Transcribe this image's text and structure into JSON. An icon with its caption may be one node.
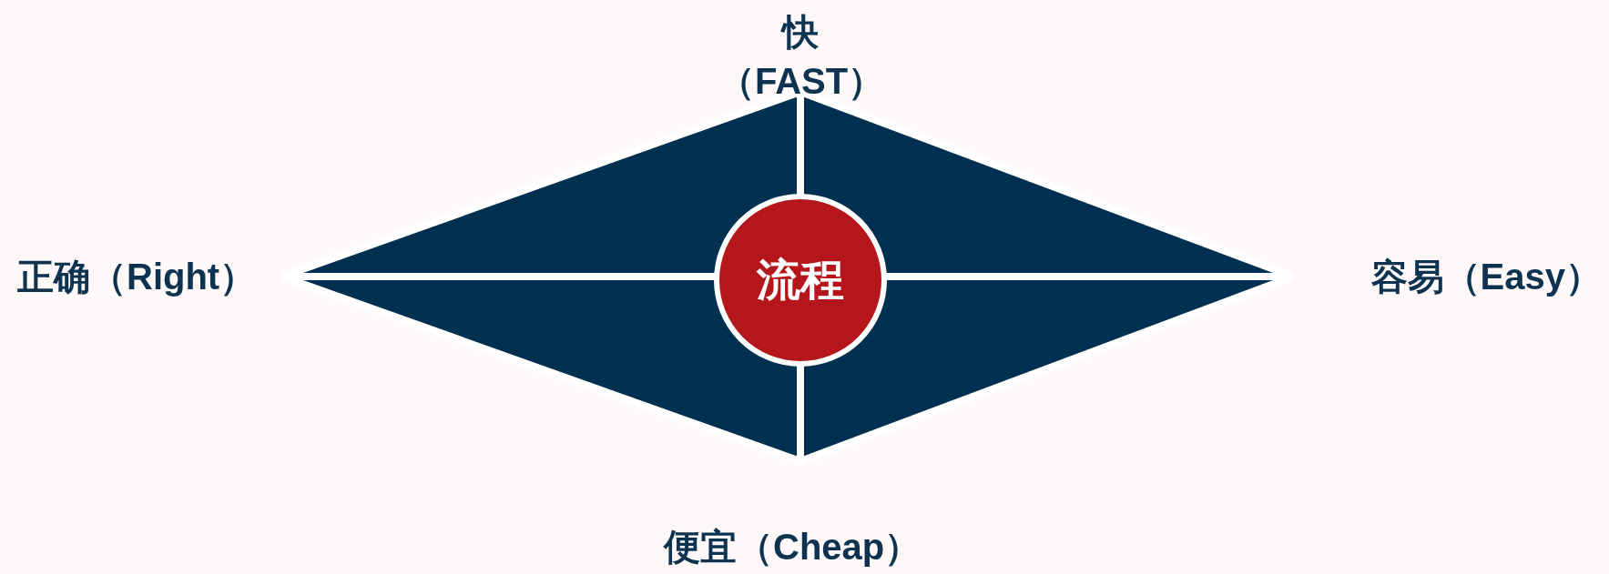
{
  "diagram": {
    "nodes": [
      {
        "text": [],
        "shape": "diamond"
      },
      {
        "text": [
          "流程"
        ],
        "in": 0
      }
    ],
    "edges": [],
    "labels": [
      "快（FAST）",
      "正确（Right）",
      "容易（Easy）",
      "便宜（Cheap）"
    ]
  }
}
